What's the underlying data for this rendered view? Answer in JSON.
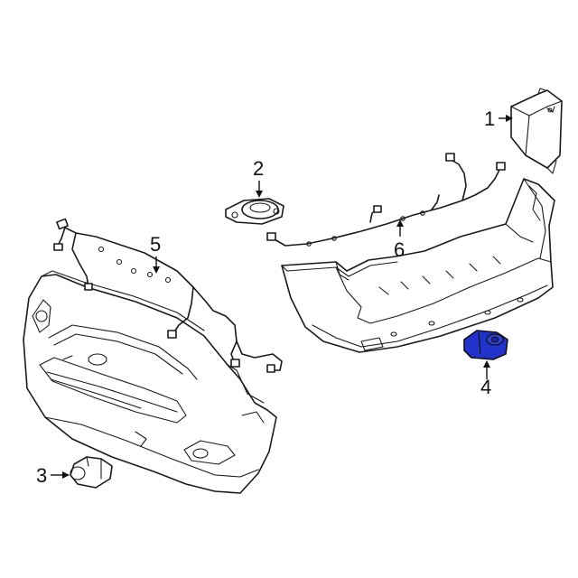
{
  "callouts": [
    {
      "id": "1",
      "label": "1"
    },
    {
      "id": "2",
      "label": "2"
    },
    {
      "id": "3",
      "label": "3"
    },
    {
      "id": "4",
      "label": "4"
    },
    {
      "id": "5",
      "label": "5"
    },
    {
      "id": "6",
      "label": "6"
    }
  ],
  "colors": {
    "line": "#1a1a1a",
    "highlight_part_fill": "#2233cc",
    "background": "#ffffff"
  }
}
